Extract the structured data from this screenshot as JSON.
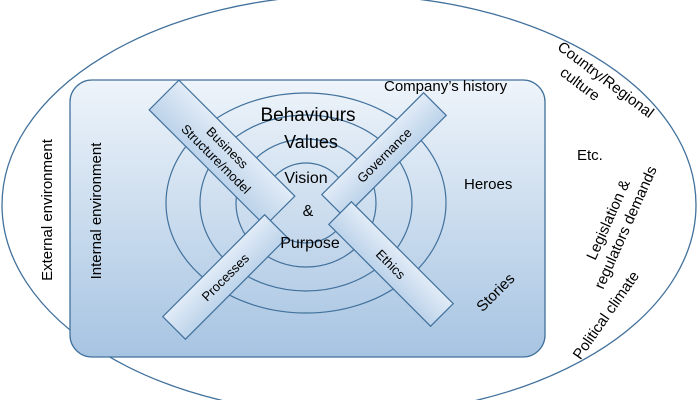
{
  "external": {
    "label": "External environment",
    "items": {
      "country": [
        "Country/Regional",
        "culture"
      ],
      "etc": "Etc.",
      "legislation": [
        "Legislation &",
        "regulators demands"
      ],
      "political": "Political climate"
    }
  },
  "internal": {
    "label": "Internal environment",
    "items": {
      "history": "Company’s history",
      "heroes": "Heroes",
      "stories": "Stories"
    }
  },
  "rings": {
    "behaviours": "Behaviours",
    "values": "Values",
    "core": [
      "Vision",
      "&",
      "Purpose"
    ]
  },
  "bars": {
    "business": [
      "Business",
      "Structure/model"
    ],
    "governance": "Governance",
    "processes": "Processes",
    "ethics": "Ethics"
  },
  "colors": {
    "outline": "#41719c",
    "panel_top": "#eaf1f9",
    "panel_bottom": "#a9c6e4",
    "bar_fill": "#cfe0f1"
  }
}
